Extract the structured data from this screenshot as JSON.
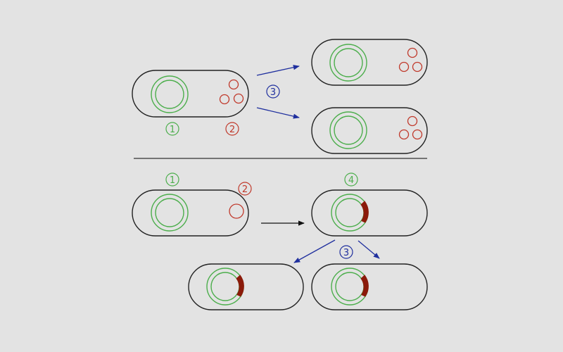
{
  "colors": {
    "background": "#e3e3e3",
    "cell_outline": "#222222",
    "chromosome": "#4cae4c",
    "plasmid": "#c0392b",
    "arrow_replication": "#1f2f9e",
    "arrow_transfer": "#111111",
    "integrated_segment": "#8b1a0a",
    "label_1": "#4cae4c",
    "label_2": "#c0392b",
    "label_3": "#1f2f9e",
    "label_4": "#4cae4c"
  },
  "labels": {
    "chromosome": "1",
    "plasmid": "2",
    "cell_division": "3",
    "episome": "4"
  }
}
